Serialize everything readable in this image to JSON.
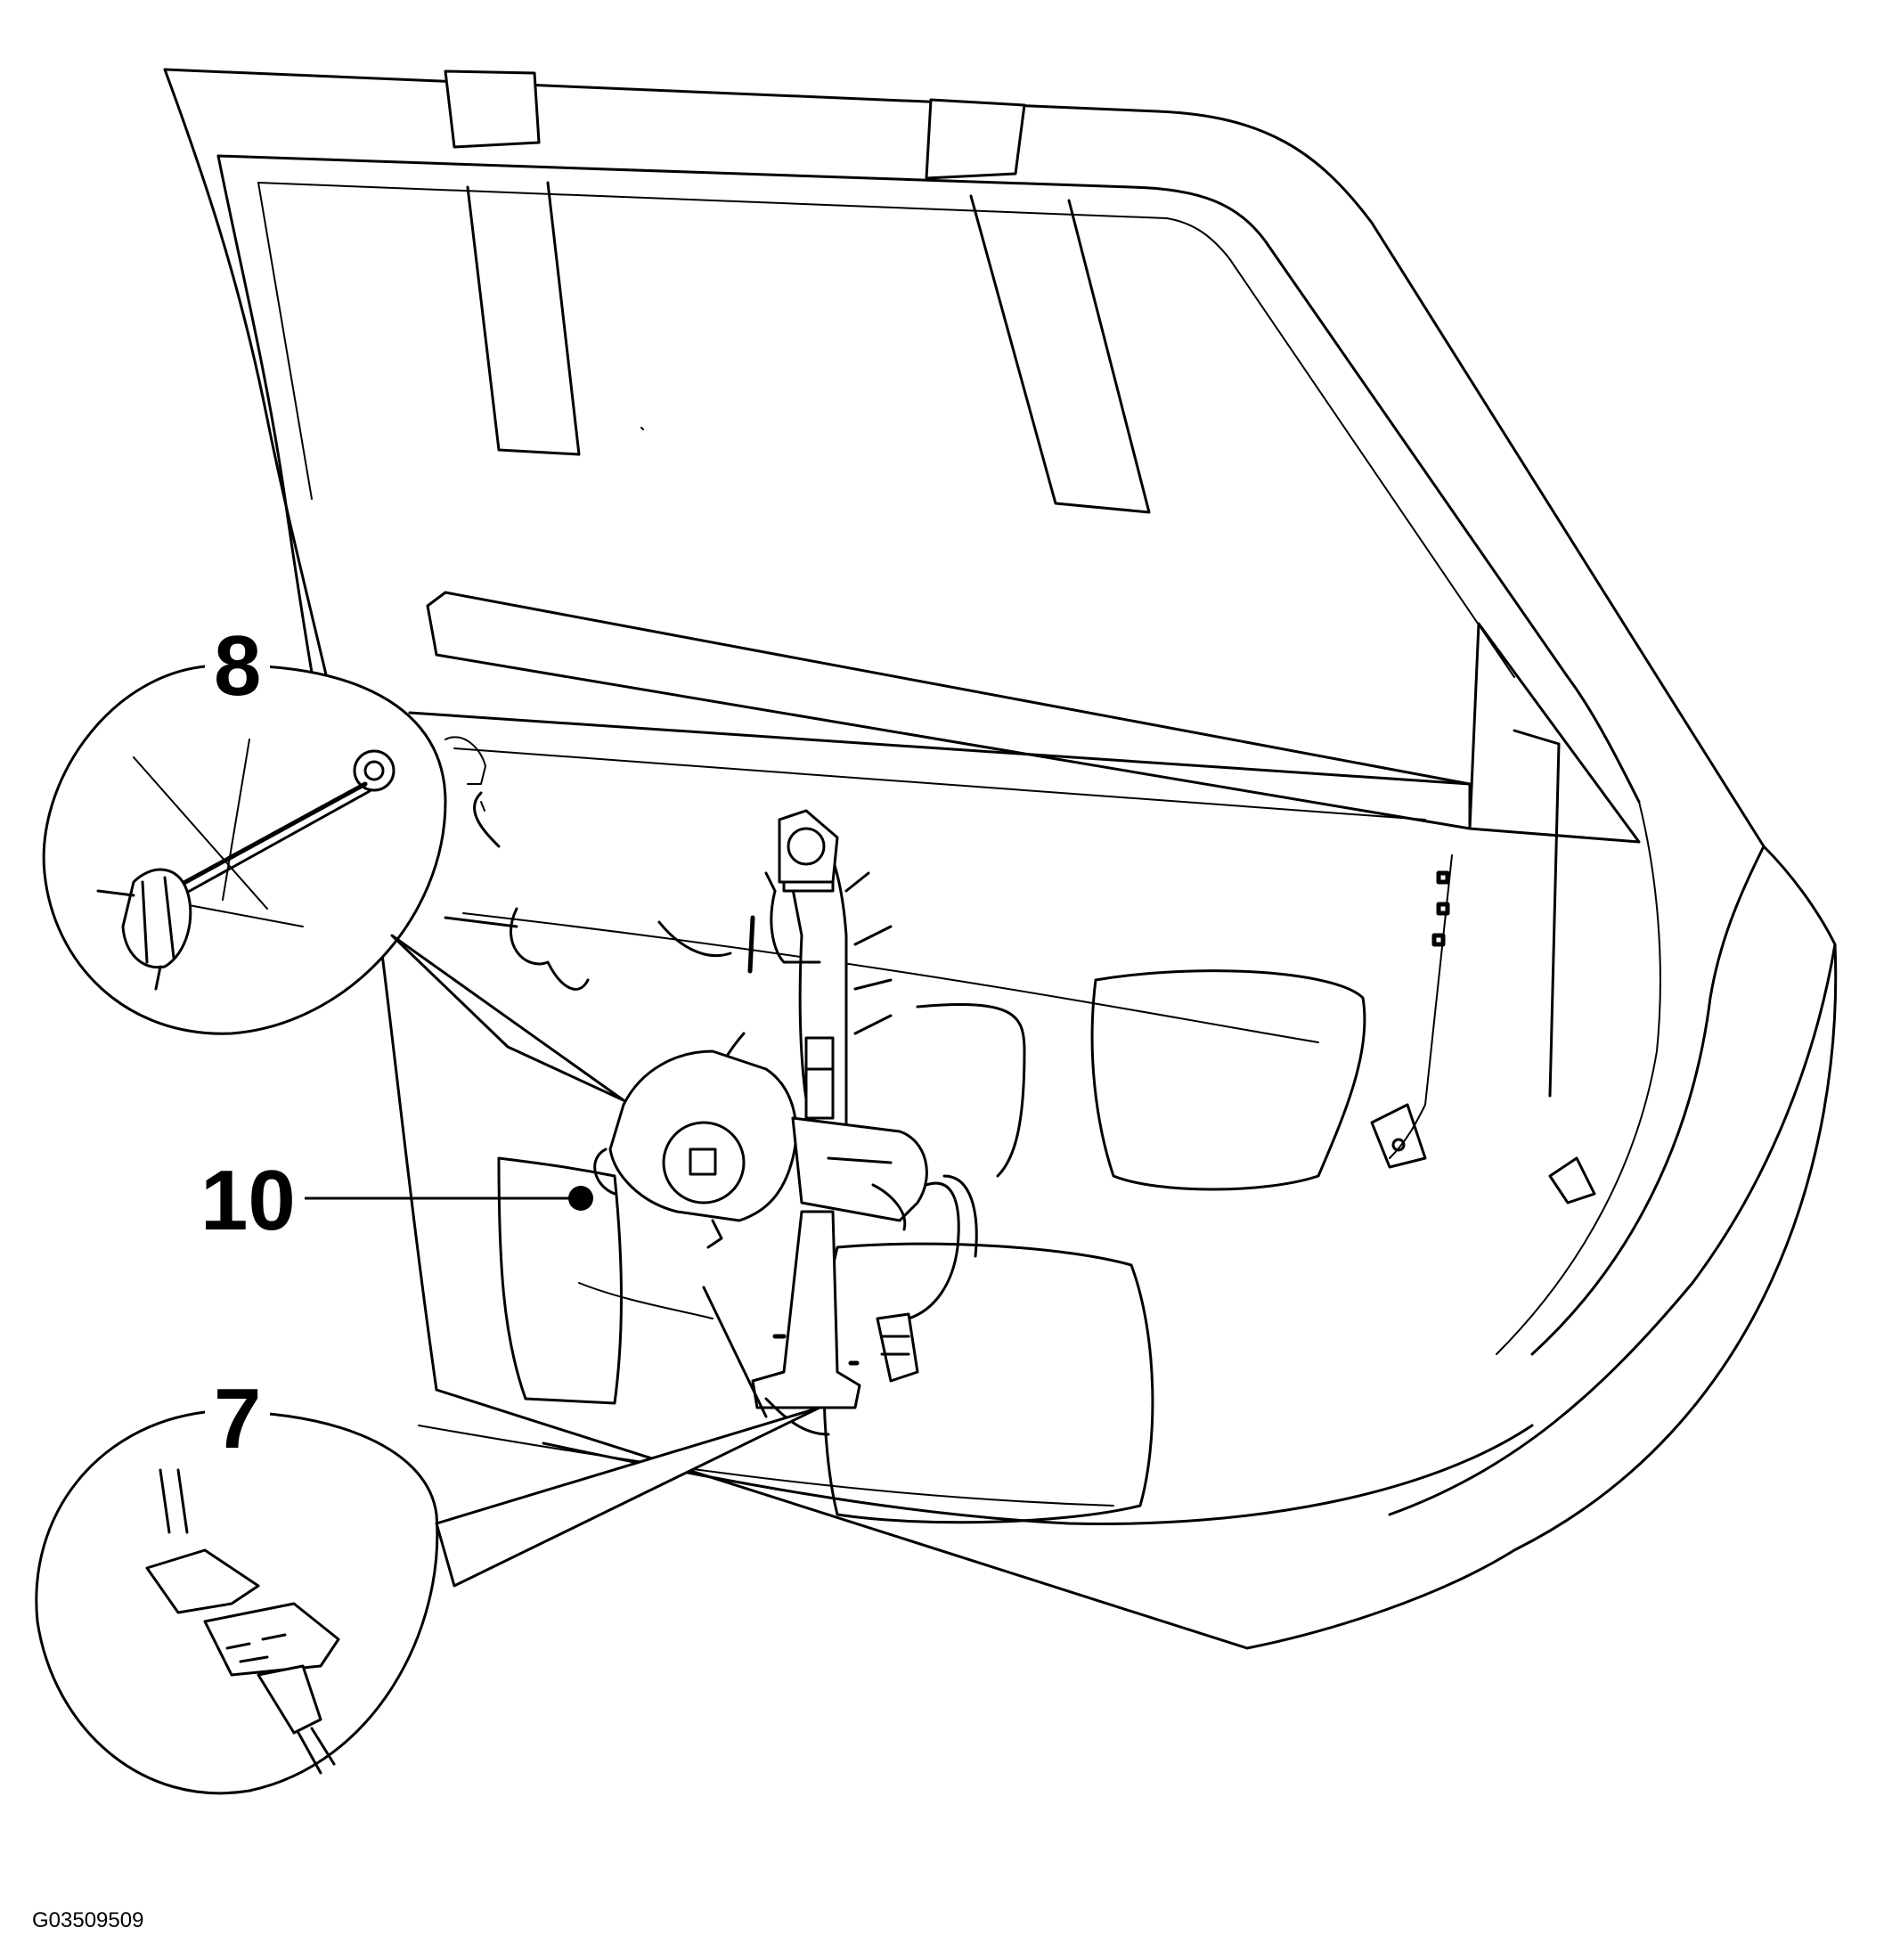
{
  "callouts": {
    "c8": "8",
    "c10": "10",
    "c7": "7"
  },
  "figure_code": "G03509509"
}
